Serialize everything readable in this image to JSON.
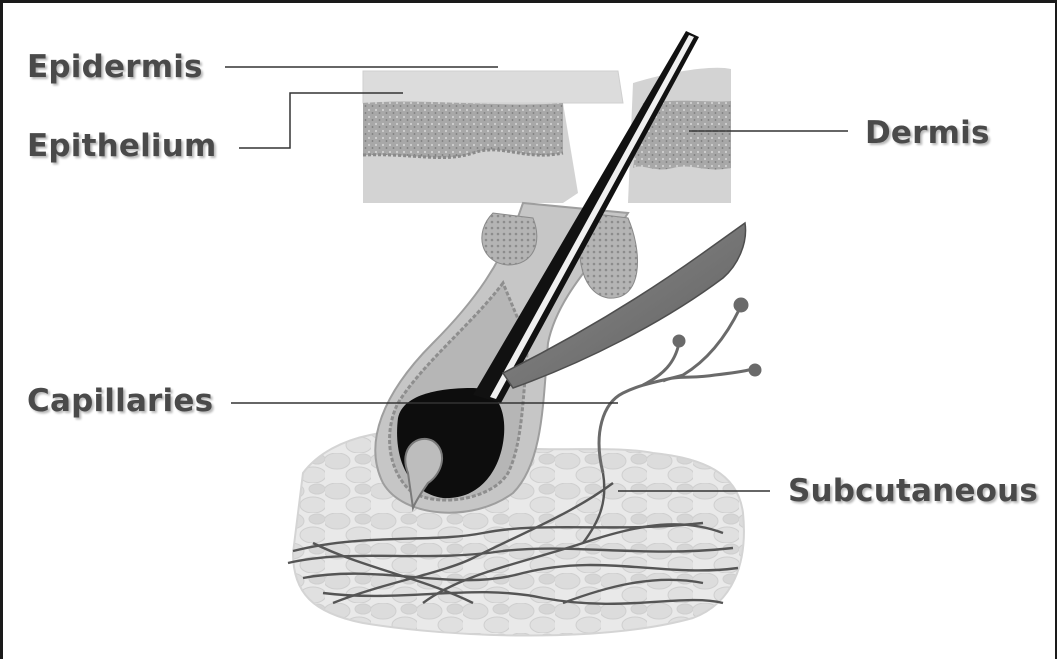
{
  "labels": {
    "epidermis": "Epidermis",
    "epithelium": "Epithelium",
    "dermis": "Dermis",
    "capillaries": "Capillaries",
    "subcutaneous": "Subcutaneous"
  },
  "colors": {
    "label_text": "#4a4a4a",
    "leader_line": "#333333",
    "hair_shaft": "#111111",
    "epidermis_layer": "#d6d6d6",
    "dermis_layer": "#9a9a9a",
    "fat_tissue": "#e4e4e4"
  }
}
